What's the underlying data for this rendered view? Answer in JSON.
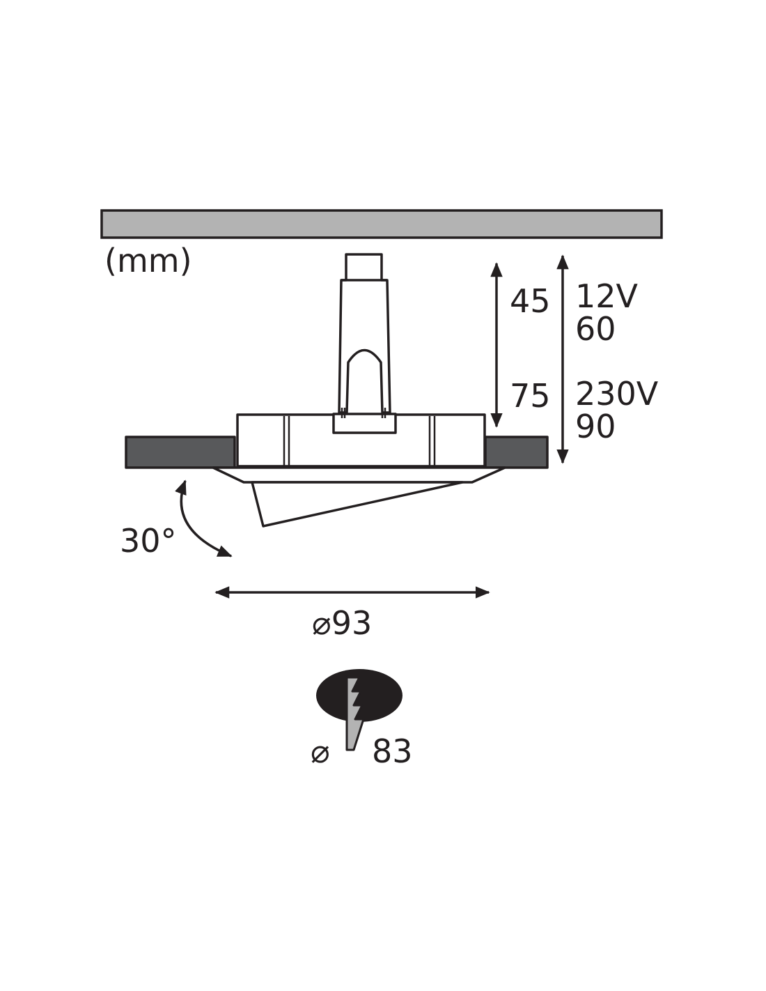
{
  "units": "(mm)",
  "dimensions": {
    "h_low_12v": "45",
    "h_low_230v": "75",
    "voltage_12v": "12V",
    "h_high_12v": "60",
    "voltage_230v": "230V",
    "h_high_230v": "90",
    "tilt_angle": "30°",
    "outer_diameter": "⌀93",
    "cutout_symbol": "⌀",
    "cutout_value": "83"
  },
  "colors": {
    "line": "#231f20",
    "ceiling": "#b3b3b3",
    "trim": "#58595b",
    "background": "#ffffff"
  },
  "icons": [
    "ceiling-panel",
    "spotlight-fixture",
    "double-arrow",
    "curved-arrow",
    "cutout-hole-icon",
    "lightning-bolt-icon"
  ]
}
